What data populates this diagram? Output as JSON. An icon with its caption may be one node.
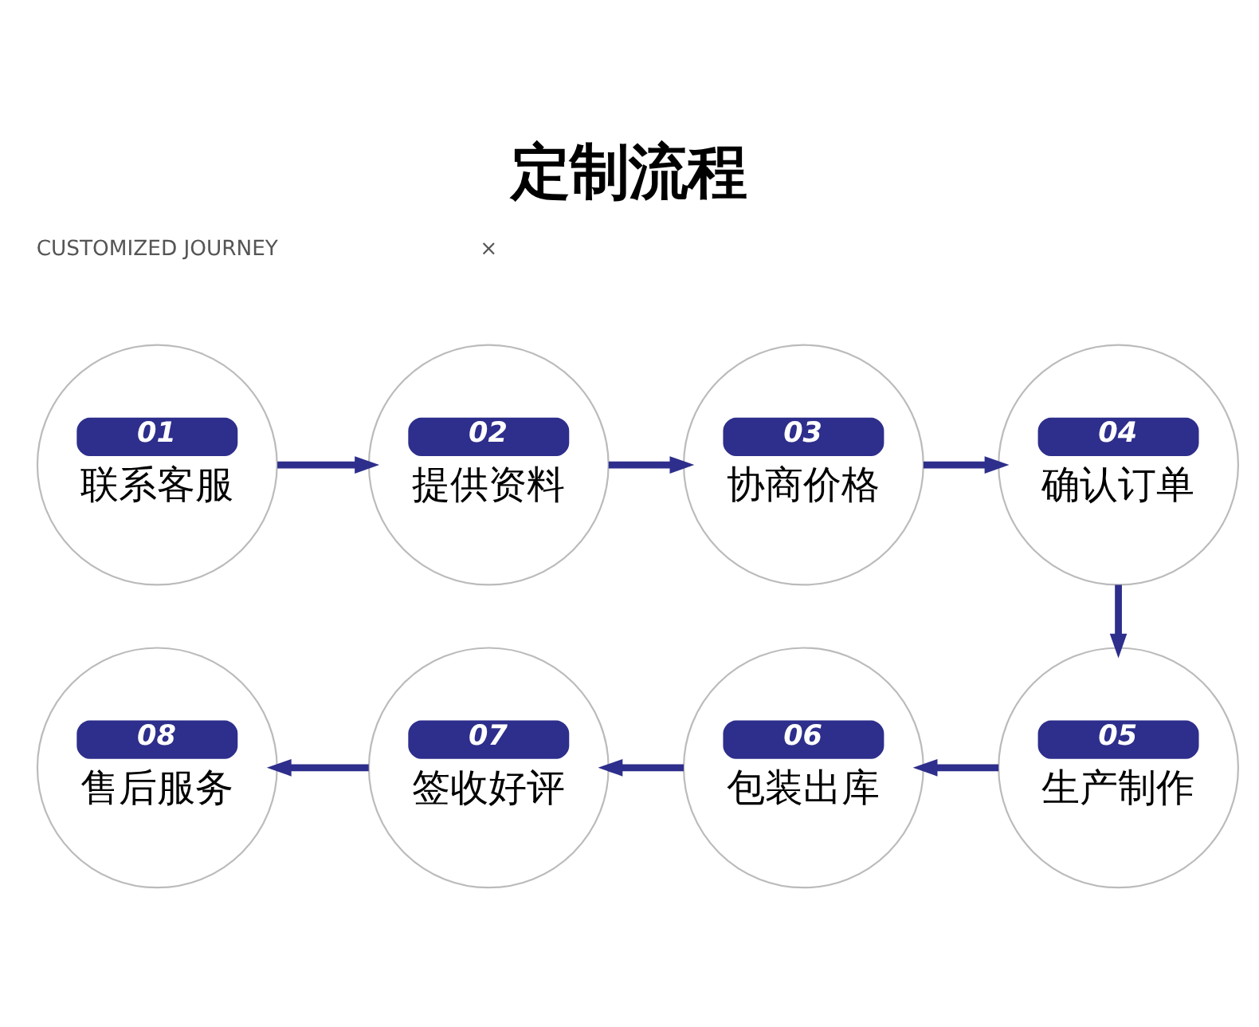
{
  "diagram": {
    "title": "定制流程",
    "nodes": [
      {
        "text": [
          "01",
          "联系客服"
        ]
      },
      {
        "text": [
          "02",
          "提供资料"
        ]
      },
      {
        "text": [
          "03",
          "协商价格"
        ]
      },
      {
        "text": [
          "04",
          "确认订单"
        ]
      },
      {
        "text": [
          "05",
          "生产制作"
        ]
      },
      {
        "text": [
          "06",
          "包装出库"
        ]
      },
      {
        "text": [
          "07",
          "签收好评"
        ]
      },
      {
        "text": [
          "08",
          "售后服务"
        ]
      }
    ],
    "edges": [
      {
        "from": 0,
        "to": 1,
        "arrow": "to"
      },
      {
        "from": 1,
        "to": 2,
        "arrow": "to"
      },
      {
        "from": 2,
        "to": 3,
        "arrow": "to"
      },
      {
        "from": 3,
        "to": 4,
        "arrow": "to"
      },
      {
        "from": 4,
        "to": 5,
        "arrow": "to"
      },
      {
        "from": 5,
        "to": 6,
        "arrow": "to"
      },
      {
        "from": 6,
        "to": 7,
        "arrow": "to"
      }
    ],
    "labels": [
      "CUSTOMIZED JOURNEY",
      "×"
    ]
  }
}
